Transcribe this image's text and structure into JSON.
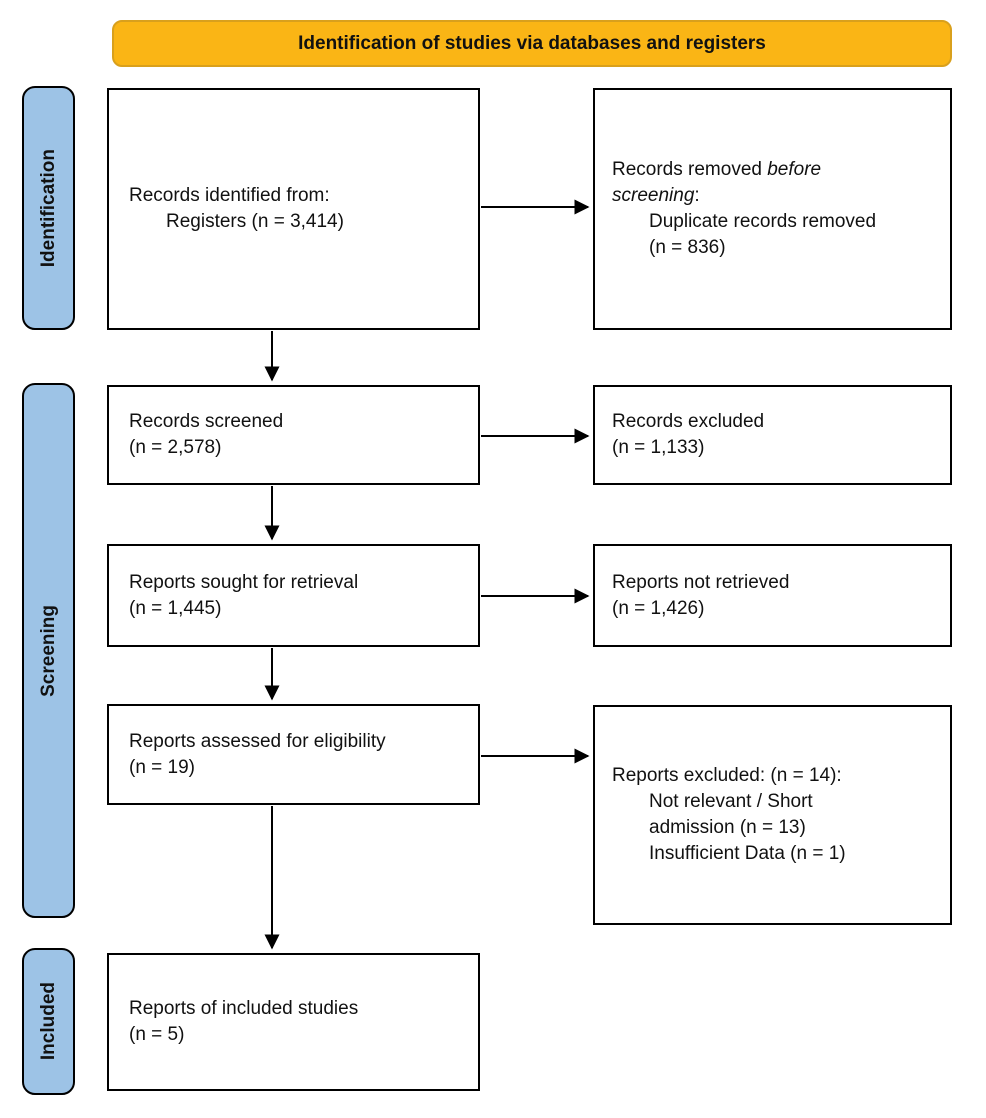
{
  "banner": {
    "label": "Identification of studies via databases and registers"
  },
  "stages": [
    {
      "label": "Identification"
    },
    {
      "label": "Screening"
    },
    {
      "label": "Included"
    }
  ],
  "boxes": {
    "identified": {
      "line1": "Records identified from:",
      "line2": "Registers (n = 3,414)"
    },
    "removed": {
      "l1_normal": "Records removed ",
      "l1_italic": "before",
      "l2_italic": "screening",
      "l2_suffix": ":",
      "l3": "Duplicate records removed",
      "l4": "(n = 836)"
    },
    "screened": {
      "line1": "Records screened",
      "line2": "(n = 2,578)"
    },
    "records_excluded": {
      "line1": "Records excluded",
      "line2": "(n = 1,133)"
    },
    "sought": {
      "line1": "Reports sought for retrieval",
      "line2": "(n = 1,445)"
    },
    "not_retrieved": {
      "line1": "Reports not retrieved",
      "line2": "(n = 1,426)"
    },
    "assessed": {
      "line1": "Reports assessed for eligibility",
      "line2": "(n = 19)"
    },
    "reports_excluded": {
      "line1": "Reports excluded: (n = 14):",
      "line2": "Not relevant / Short",
      "line3": "admission (n = 13)",
      "line4": "Insufficient Data (n = 1)"
    },
    "included_studies": {
      "line1": "Reports of included studies",
      "line2": "(n = 5)"
    }
  },
  "colors": {
    "banner_fill": "#FAB515",
    "banner_border": "#D9A01C",
    "stage_fill": "#9DC3E6",
    "box_border": "#000000"
  }
}
